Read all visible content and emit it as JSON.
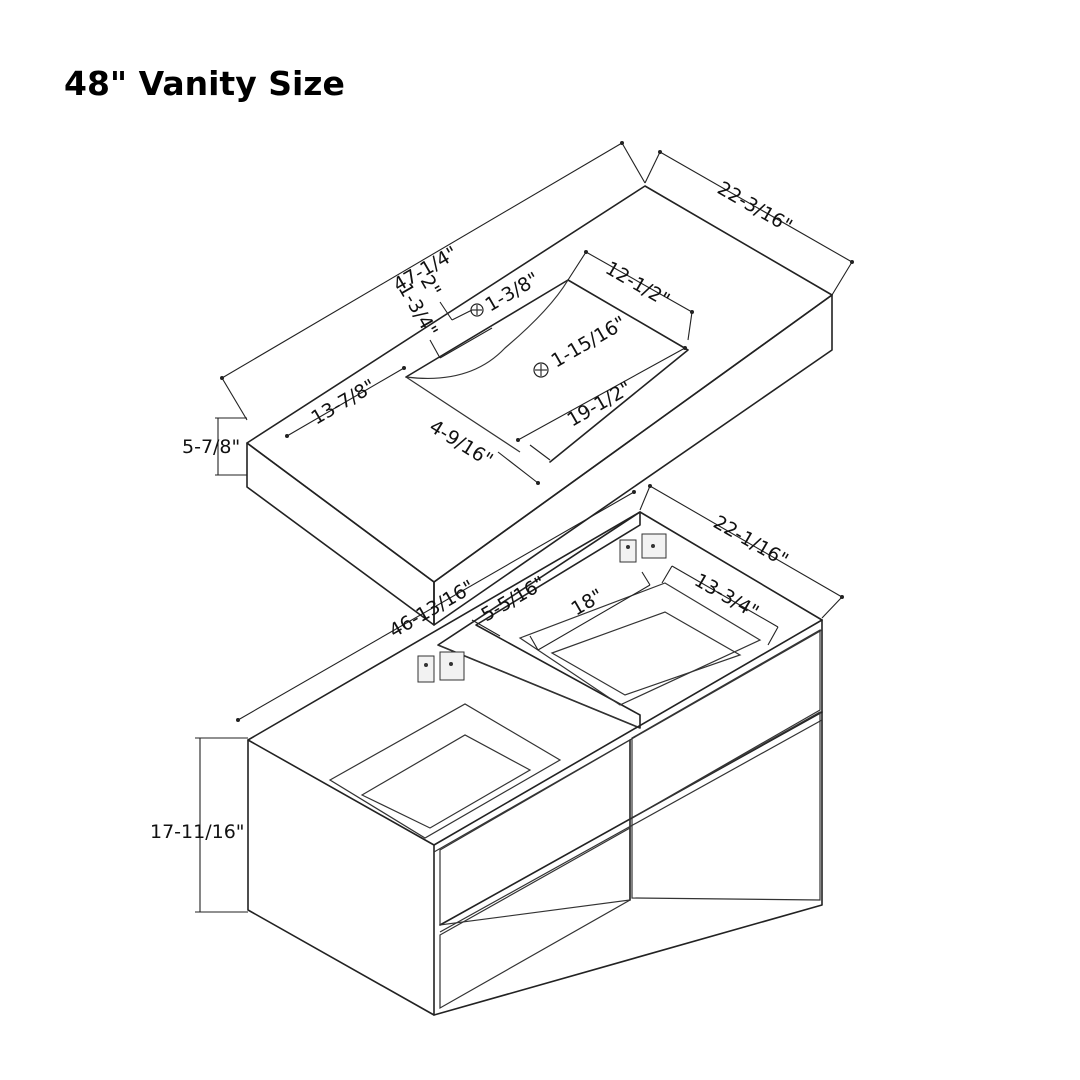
{
  "title": "48\" Vanity Size",
  "top": {
    "length": "47-1/4\"",
    "depth": "22-3/16\"",
    "thickness": "5-7/8\"",
    "sink_offset_left": "13-7/8\"",
    "sink_width": "19-1/2\"",
    "sink_depth": "12-1/2\"",
    "sink_front_offset": "4-9/16\"",
    "faucet_hole": "1-3/8\"",
    "drain_hole": "1-15/16\"",
    "faucet_back_offset": "2\"",
    "faucet_edge_offset": "1-3/4\""
  },
  "cabinet": {
    "width": "46-13/16\"",
    "depth": "22-1/16\"",
    "height": "17-11/16\"",
    "drawer_inner_width": "18\"",
    "drawer_inner_depth": "13-3/4\"",
    "drawer_gap": "5-5/16\""
  }
}
